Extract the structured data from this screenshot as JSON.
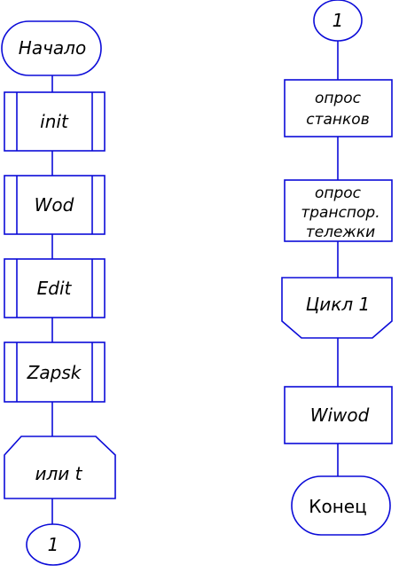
{
  "colors": {
    "stroke": "#0b0bd8",
    "text": "#000000",
    "background": "#ffffff"
  },
  "left_column": {
    "start": "Начало",
    "steps": [
      "init",
      "Wod",
      "Edit",
      "Zapsk"
    ],
    "loop_end": "или t",
    "connector": "1"
  },
  "right_column": {
    "connector": "1",
    "process_1": [
      "опрос",
      "станков"
    ],
    "process_2": [
      "опрос",
      "транспор.",
      "тележки"
    ],
    "loop_start": "Цикл 1",
    "process_3": "Wiwod",
    "end": "Конец"
  }
}
